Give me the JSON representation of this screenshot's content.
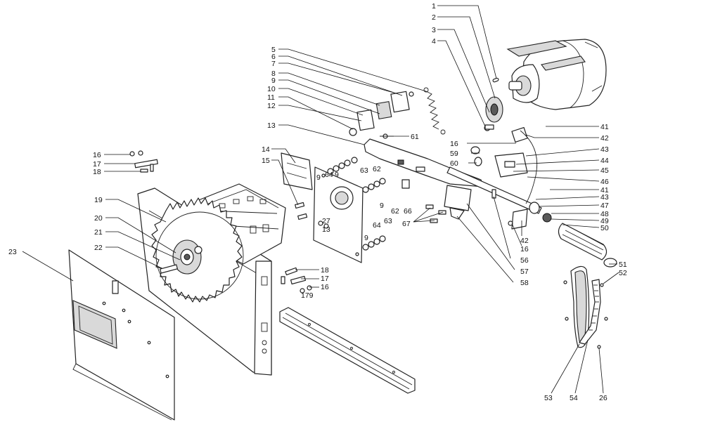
{
  "callouts": {
    "c1": "1",
    "c2": "2",
    "c3": "3",
    "c4": "4",
    "c5": "5",
    "c6": "6",
    "c7": "7",
    "c8": "8",
    "c9a": "9",
    "c10": "10",
    "c11": "11",
    "c12": "12",
    "c13a": "13",
    "c16a": "16",
    "c17a": "17",
    "c18a": "18",
    "c19": "19",
    "c20": "20",
    "c21": "21",
    "c22": "22",
    "c23": "23",
    "c14": "14",
    "c15": "15",
    "c61": "61",
    "c62a": "62",
    "c63a": "63",
    "c64a": "64",
    "c9b": "9",
    "c9c": "9",
    "c62b": "62",
    "c66": "66",
    "c9d": "9",
    "c63b": "63",
    "c64b": "64",
    "c9e": "9",
    "c27": "27",
    "c13b": "13",
    "c67": "67",
    "c18b": "18",
    "c17b": "17",
    "c16b": "16",
    "c179": "179",
    "c16c": "16",
    "c59": "59",
    "c60": "60",
    "c41a": "41",
    "c42a": "42",
    "c43a": "43",
    "c44": "44",
    "c45": "45",
    "c46": "46",
    "c41b": "41",
    "c43b": "43",
    "c47": "47",
    "c48": "48",
    "c49": "49",
    "c50": "50",
    "c42b": "42",
    "c16d": "16",
    "c56": "56",
    "c57": "57",
    "c58": "58",
    "c51": "51",
    "c52": "52",
    "c53": "53",
    "c54": "54",
    "c26": "26"
  }
}
